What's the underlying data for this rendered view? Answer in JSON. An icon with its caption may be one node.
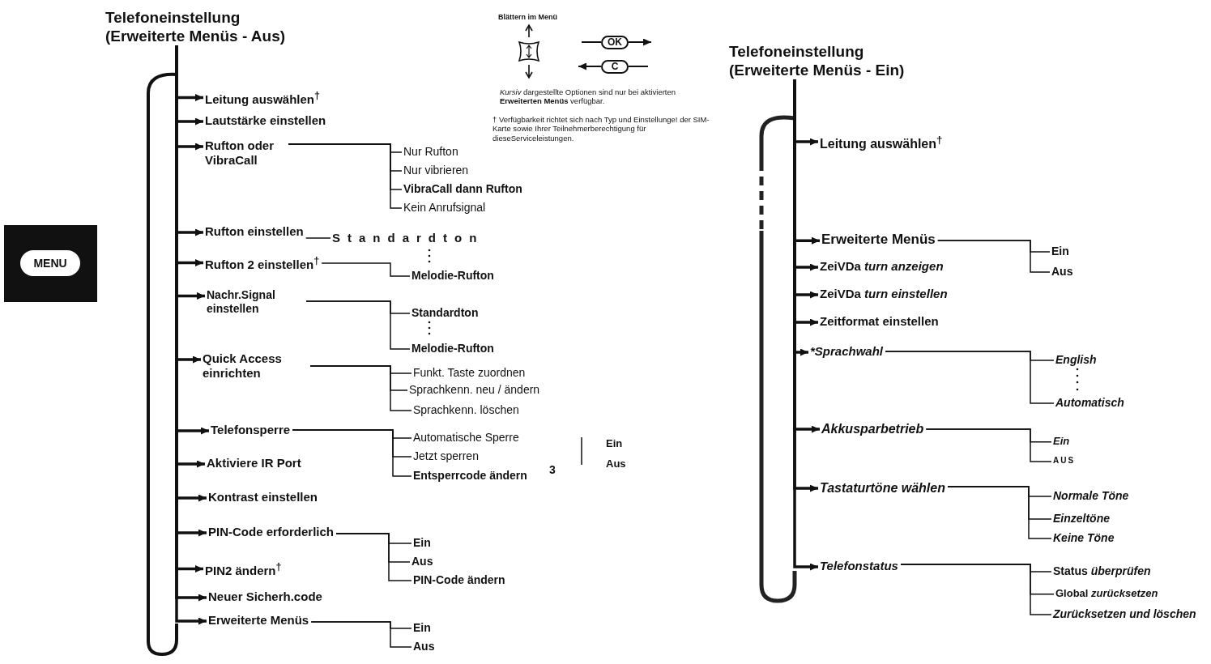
{
  "diagram": {
    "nodes": [
      {
        "text": [
          "Telefoneinstellung (Erweiterte Menüs - Aus)"
        ]
      },
      {
        "text": [
          "Leitung auswählen$^{†}$"
        ]
      },
      {
        "text": [
          "Lautstärke einstellen"
        ]
      },
      {
        "text": [
          "Rufton oder VibraCall"
        ]
      },
      {
        "text": [
          "Nur Rufton"
        ]
      },
      {
        "text": [
          "Nur vibrieren"
        ]
      },
      {
        "text": [
          "VibraCall dann Rufton"
        ]
      },
      {
        "text": [
          "Kein Anrufsignal"
        ]
      },
      {
        "text": [
          "Rufton einstellen"
        ]
      },
      {
        "text": [
          "Standardton"
        ]
      },
      {
        "text": [
          "Rufton 2 einstellen$^{†}$"
        ]
      },
      {
        "text": [
          "Melodie-Rufton"
        ]
      },
      {
        "text": [
          "Nachr.Signal einstellen"
        ]
      },
      {
        "text": [
          "Standardton"
        ]
      },
      {
        "text": [
          "Melodie-Rufton"
        ]
      },
      {
        "text": [
          "Quick Access einrichten"
        ]
      },
      {
        "text": [
          "Funkt. Taste zuordnen"
        ]
      },
      {
        "text": [
          "Sprachkenn. neu / ändern"
        ]
      },
      {
        "text": [
          "Sprachkenn. löschen"
        ]
      },
      {
        "text": [
          "Telefonsperre"
        ]
      },
      {
        "text": [
          "Automatische Sperre"
        ]
      },
      {
        "text": [
          "Jetzt sperren"
        ]
      },
      {
        "text": [
          "Entsperrcode ändern"
        ]
      },
      {
        "text": [
          "Aktiviere IR Port"
        ]
      },
      {
        "text": [
          "Kontrast einstellen"
        ]
      },
      {
        "text": [
          "PIN-Code erforderlich"
        ]
      },
      {
        "text": [
          "Ein"
        ]
      },
      {
        "text": [
          "Aus"
        ]
      },
      {
        "text": [
          "PIN-Code ändern"
        ]
      },
      {
        "text": [
          "PIN2 ändern$^{†}$"
        ]
      },
      {
        "text": [
          "Neuer Sicherh.code"
        ]
      },
      {
        "text": [
          "Erweiterte Menüs"
        ]
      },
      {
        "text": [
          "Ein"
        ]
      },
      {
        "text": [
          "Aus"
        ]
      },
      {
        "text": [
          "MENU"
        ]
      },
      {
        "text": [
          "OK"
        ]
      },
      {
        "text": [
          "C"
        ]
      },
      {
        "text": [
          "Telefoneinstellung (Erweiterte Menüs - Ein)"
        ]
      },
      {
        "text": [
          "Leitung auswählen$^{†}$"
        ]
      },
      {
        "text": [
          "Erweiterte Menüs"
        ]
      },
      {
        "text": [
          "Ein"
        ]
      },
      {
        "text": [
          "Aus"
        ]
      },
      {
        "text": [
          "ZeiVDa *turn anzeigen*"
        ]
      },
      {
        "text": [
          "ZeiVDa *turn einstellen*"
        ]
      },
      {
        "text": [
          "Zeitformat einstellen"
        ]
      },
      {
        "text": [
          "*Sprachwahl"
        ]
      },
      {
        "text": [
          "English"
        ]
      },
      {
        "text": [
          "Automatisch"
        ]
      },
      {
        "text": [
          "Akkusparbetrieb"
        ]
      },
      {
        "text": [
          "Ein"
        ]
      },
      {
        "text": [
          "AUS"
        ]
      },
      {
        "text": [
          "Tastaturtöne wählen"
        ]
      },
      {
        "text": [
          "Normale Töne"
        ]
      },
      {
        "text": [
          "Einzeltöne"
        ]
      },
      {
        "text": [
          "Keine Töne"
        ]
      },
      {
        "text": [
          "Telefonstatus"
        ]
      },
      {
        "text": [
          "Status *überprüfen*"
        ]
      },
      {
        "text": [
          "Global *zurücksetzen*"
        ]
      },
      {
        "text": [
          "Zurücksetzen und löschen"
        ]
      }
    ],
    "edges": [
      {
        "from": 0,
        "to": 1,
        "arrow": "to"
      },
      {
        "from": 0,
        "to": 2,
        "arrow": "to"
      },
      {
        "from": 0,
        "to": 3,
        "arrow": "to"
      },
      {
        "from": 0,
        "to": 8,
        "arrow": "to"
      },
      {
        "from": 0,
        "to": 10,
        "arrow": "to"
      },
      {
        "from": 0,
        "to": 12,
        "arrow": "to"
      },
      {
        "from": 0,
        "to": 15,
        "arrow": "to"
      },
      {
        "from": 0,
        "to": 19,
        "arrow": "to"
      },
      {
        "from": 0,
        "to": 23,
        "arrow": "to"
      },
      {
        "from": 0,
        "to": 24,
        "arrow": "to"
      },
      {
        "from": 0,
        "to": 25,
        "arrow": "to"
      },
      {
        "from": 0,
        "to": 29,
        "arrow": "to"
      },
      {
        "from": 0,
        "to": 30,
        "arrow": "to"
      },
      {
        "from": 0,
        "to": 31,
        "arrow": "to"
      },
      {
        "from": 3,
        "to": 4,
        "arrow": "none"
      },
      {
        "from": 3,
        "to": 5,
        "arrow": "none"
      },
      {
        "from": 3,
        "to": 6,
        "arrow": "none"
      },
      {
        "from": 3,
        "to": 7,
        "arrow": "none"
      },
      {
        "from": 8,
        "to": 9,
        "arrow": "none"
      },
      {
        "from": 10,
        "to": 11,
        "arrow": "none"
      },
      {
        "from": 12,
        "to": 13,
        "arrow": "none"
      },
      {
        "from": 12,
        "to": 14,
        "arrow": "none"
      },
      {
        "from": 15,
        "to": 16,
        "arrow": "none"
      },
      {
        "from": 15,
        "to": 17,
        "arrow": "none"
      },
      {
        "from": 15,
        "to": 18,
        "arrow": "none"
      },
      {
        "from": 19,
        "to": 20,
        "arrow": "none"
      },
      {
        "from": 19,
        "to": 21,
        "arrow": "none"
      },
      {
        "from": 19,
        "to": 22,
        "arrow": "none"
      },
      {
        "from": 25,
        "to": 26,
        "arrow": "none"
      },
      {
        "from": 25,
        "to": 27,
        "arrow": "none"
      },
      {
        "from": 25,
        "to": 28,
        "arrow": "none"
      },
      {
        "from": 31,
        "to": 32,
        "arrow": "none"
      },
      {
        "from": 31,
        "to": 33,
        "arrow": "none"
      },
      {
        "from": null,
        "to": 35,
        "arrow": "none"
      },
      {
        "from": 35,
        "to": null,
        "arrow": "to"
      },
      {
        "from": 36,
        "to": null,
        "arrow": "to"
      },
      {
        "from": null,
        "to": 36,
        "arrow": "none"
      },
      {
        "from": 37,
        "to": 38,
        "arrow": "to"
      },
      {
        "from": 37,
        "to": 39,
        "arrow": "to"
      },
      {
        "from": 37,
        "to": 42,
        "arrow": "to"
      },
      {
        "from": 37,
        "to": 43,
        "arrow": "to"
      },
      {
        "from": 37,
        "to": 44,
        "arrow": "to"
      },
      {
        "from": 37,
        "to": 45,
        "arrow": "to"
      },
      {
        "from": 37,
        "to": 48,
        "arrow": "to"
      },
      {
        "from": 37,
        "to": 51,
        "arrow": "to"
      },
      {
        "from": 37,
        "to": 55,
        "arrow": "to"
      },
      {
        "from": 39,
        "to": 40,
        "arrow": "none"
      },
      {
        "from": 39,
        "to": 41,
        "arrow": "none"
      },
      {
        "from": 45,
        "to": 46,
        "arrow": "none"
      },
      {
        "from": 45,
        "to": 47,
        "arrow": "none"
      },
      {
        "from": 48,
        "to": 49,
        "arrow": "none"
      },
      {
        "from": 48,
        "to": 50,
        "arrow": "none"
      },
      {
        "from": 51,
        "to": 52,
        "arrow": "none"
      },
      {
        "from": 51,
        "to": 53,
        "arrow": "none"
      },
      {
        "from": 51,
        "to": 54,
        "arrow": "none"
      },
      {
        "from": 55,
        "to": 56,
        "arrow": "none"
      },
      {
        "from": 55,
        "to": 57,
        "arrow": "none"
      },
      {
        "from": 55,
        "to": 58,
        "arrow": "none"
      }
    ],
    "labels": [
      "Blättern im Menü",
      "*Kursiv* dargestellte Optionen sind nur bei aktivierten **Erweiterten Menüs** verfügbar.",
      "† Verfügbarkeit richtet sich nach Typ und Einstellunge! der SIM-Karte sowie Ihrer Teilnehmerberechtigung für dieseServiceleistungen.",
      "3",
      "Ein",
      "Aus"
    ]
  }
}
